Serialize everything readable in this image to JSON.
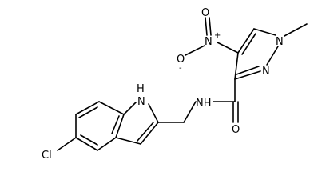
{
  "molecule": {
    "atoms": {
      "nitro_n": "N",
      "nitro_o_top": "O",
      "nitro_o_bottom": "O",
      "nitro_plus": "+",
      "nitro_minus": "-",
      "ring_n1": "N",
      "ring_n2": "N",
      "amide_nh": "NH",
      "amide_o": "O",
      "indole_nh_n": "N",
      "indole_nh_h": "H",
      "chlorine": "Cl"
    }
  }
}
